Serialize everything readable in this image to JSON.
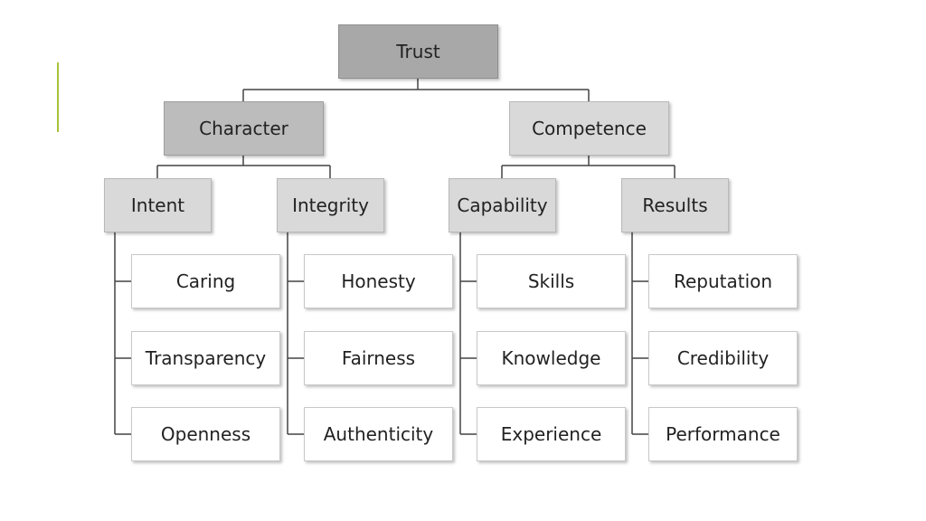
{
  "diagram": {
    "root": {
      "label": "Trust"
    },
    "character": {
      "label": "Character",
      "intent": {
        "label": "Intent",
        "items": [
          "Caring",
          "Transparency",
          "Openness"
        ]
      },
      "integrity": {
        "label": "Integrity",
        "items": [
          "Honesty",
          "Fairness",
          "Authenticity"
        ]
      }
    },
    "competence": {
      "label": "Competence",
      "capability": {
        "label": "Capability",
        "items": [
          "Skills",
          "Knowledge",
          "Experience"
        ]
      },
      "results": {
        "label": "Results",
        "items": [
          "Reputation",
          "Credibility",
          "Performance"
        ]
      }
    },
    "colors": {
      "accent_line": "#a9c23a",
      "root_fill": "#a8a8a8",
      "character_fill": "#bcbcbc",
      "competence_fill": "#d9d9d9",
      "category_fill": "#d9d9d9",
      "leaf_fill": "#ffffff",
      "connector": "#444444"
    }
  }
}
